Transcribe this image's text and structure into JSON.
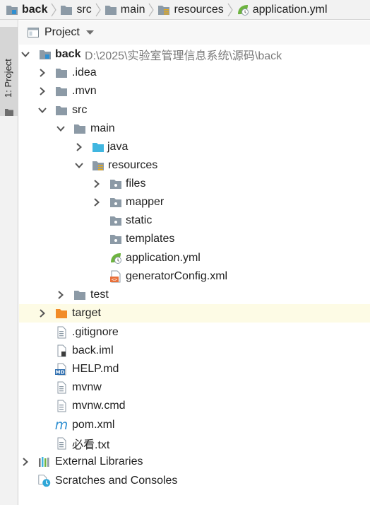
{
  "breadcrumb": {
    "items": [
      {
        "label": "back",
        "icon": "module-folder-icon"
      },
      {
        "label": "src",
        "icon": "folder-icon"
      },
      {
        "label": "main",
        "icon": "folder-icon"
      },
      {
        "label": "resources",
        "icon": "resources-folder-icon"
      },
      {
        "label": "application.yml",
        "icon": "spring-leaf-icon"
      }
    ]
  },
  "side_tab": {
    "label": "1: Project"
  },
  "panel": {
    "title": "Project",
    "icon": "project-view-icon"
  },
  "tree": {
    "root": {
      "name": "back",
      "path": "D:\\2025\\实验室管理信息系统\\源码\\back"
    },
    "items": [
      {
        "label": ".idea"
      },
      {
        "label": ".mvn"
      },
      {
        "label": "src"
      },
      {
        "label": "main"
      },
      {
        "label": "java"
      },
      {
        "label": "resources"
      },
      {
        "label": "files"
      },
      {
        "label": "mapper"
      },
      {
        "label": "static"
      },
      {
        "label": "templates"
      },
      {
        "label": "application.yml"
      },
      {
        "label": "generatorConfig.xml"
      },
      {
        "label": "test"
      },
      {
        "label": "target"
      },
      {
        "label": ".gitignore"
      },
      {
        "label": "back.iml"
      },
      {
        "label": "HELP.md"
      },
      {
        "label": "mvnw"
      },
      {
        "label": "mvnw.cmd"
      },
      {
        "label": "pom.xml"
      },
      {
        "label": "必看.txt"
      },
      {
        "label": "External Libraries"
      },
      {
        "label": "Scratches and Consoles"
      }
    ]
  },
  "colors": {
    "folder": "#8c9aa6",
    "source_folder": "#40b6e0",
    "excluded_folder": "#f28c28",
    "selected_row_bg": "#fdfbe5",
    "spring": "#6db33f",
    "module_blue": "#2f8fd1"
  },
  "icons": {
    "html_badge": "<>",
    "md_badge": "MD",
    "maven_badge": "m"
  }
}
